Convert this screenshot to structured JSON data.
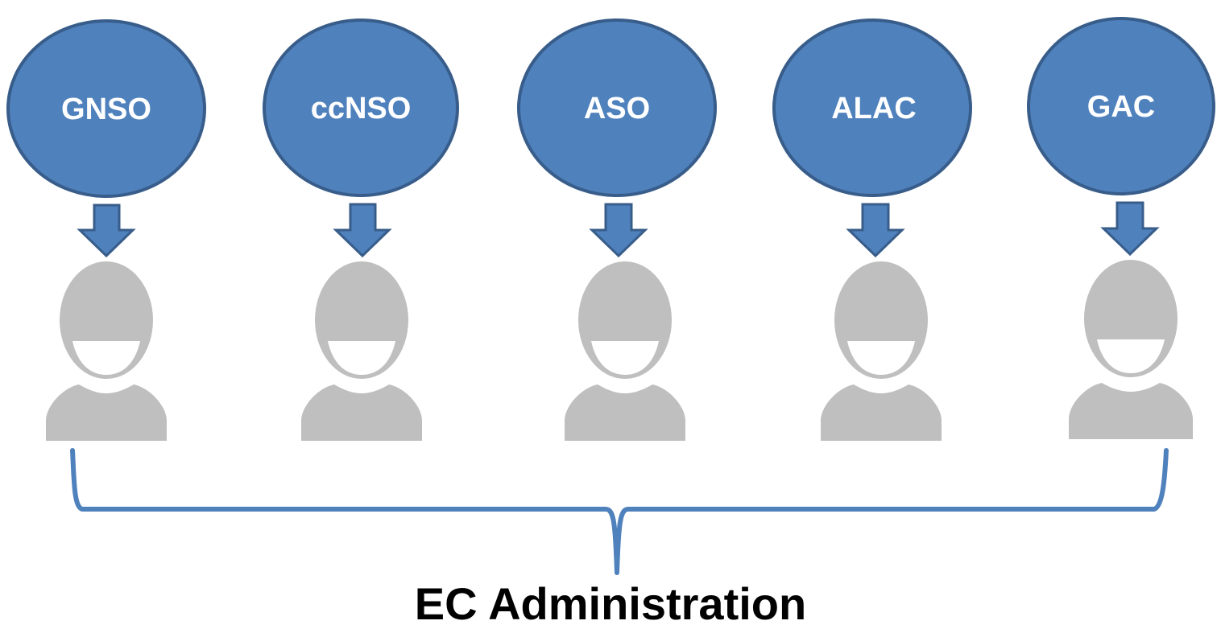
{
  "diagram": {
    "organizations": [
      {
        "label": "GNSO"
      },
      {
        "label": "ccNSO"
      },
      {
        "label": "ASO"
      },
      {
        "label": "ALAC"
      },
      {
        "label": "GAC"
      }
    ],
    "caption": "EC Administration"
  },
  "colors": {
    "circle_fill": "#4f81bd",
    "circle_stroke": "#385d8a",
    "label_text": "#ffffff",
    "person_fill": "#bfbfbf",
    "bracket": "#4f81bd",
    "caption_text": "#000000"
  },
  "icons": {
    "arrow": "down-arrow-icon",
    "person": "person-icon"
  }
}
